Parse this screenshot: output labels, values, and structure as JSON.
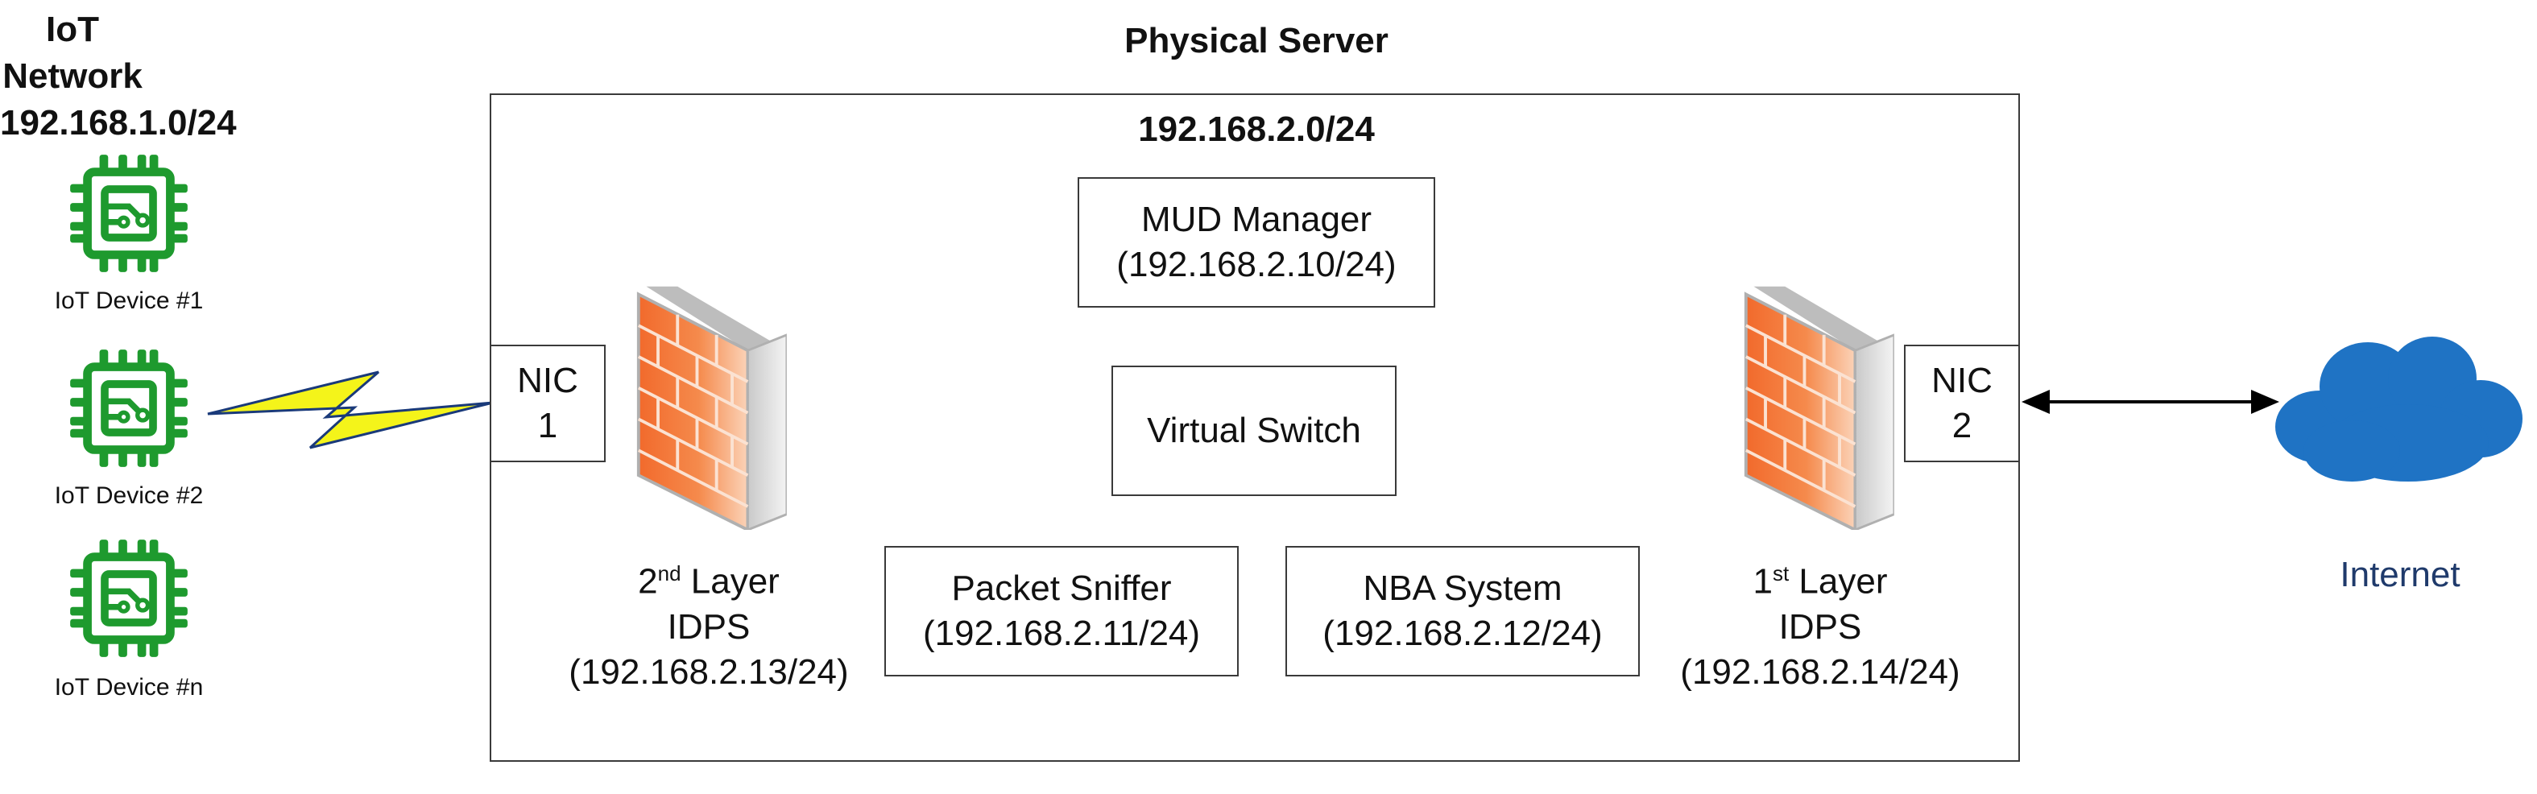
{
  "iot_network": {
    "title": "IoT Network",
    "subnet": "192.168.1.0/24",
    "devices": [
      {
        "label": "IoT Device #1"
      },
      {
        "label": "IoT Device #2"
      },
      {
        "label": "IoT Device #n"
      }
    ]
  },
  "server": {
    "title": "Physical Server",
    "subnet": "192.168.2.0/24",
    "mud_manager": {
      "name": "MUD Manager",
      "ip": "(192.168.2.10/24)"
    },
    "virtual_switch": {
      "name": "Virtual Switch"
    },
    "packet_sniffer": {
      "name": "Packet Sniffer",
      "ip": "(192.168.2.11/24)"
    },
    "nba_system": {
      "name": "NBA System",
      "ip": "(192.168.2.12/24)"
    },
    "nic1": {
      "name": "NIC",
      "num": "1"
    },
    "nic2": {
      "name": "NIC",
      "num": "2"
    },
    "idps2": {
      "ordinal": "2",
      "suffix": "nd",
      "layer": " Layer",
      "name": "IDPS",
      "ip": "(192.168.2.13/24)"
    },
    "idps1": {
      "ordinal": "1",
      "suffix": "st",
      "layer": " Layer",
      "name": "IDPS",
      "ip": "(192.168.2.14/24)"
    }
  },
  "internet": {
    "label": "Internet"
  },
  "colors": {
    "chip_green": "#1e9a2e",
    "firewall_orange": "#f47b3a",
    "cloud_blue": "#1f73c4",
    "bolt_yellow": "#f4f41a",
    "internet_text": "#1f3a6b"
  }
}
